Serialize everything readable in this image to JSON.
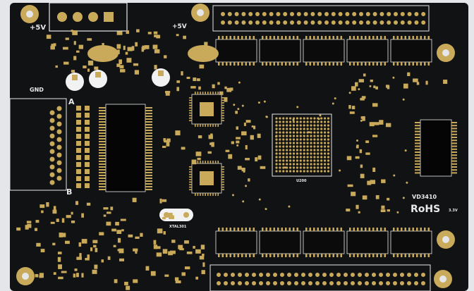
{
  "board": {
    "colors": {
      "soldermask": "#111214",
      "pad": "#c9a95a",
      "silk": "#e8e8e8",
      "background": "#e4e6ea"
    },
    "labels": {
      "power_plus": "+5V",
      "power_plus2": "+5V",
      "gnd": "GND",
      "part_number": "VD3410",
      "rohs": "RoHS",
      "mark_a": "A",
      "mark_b": "B",
      "main_ic": "U200",
      "crystal": "XTAL301",
      "voltage": "3.3V"
    }
  }
}
